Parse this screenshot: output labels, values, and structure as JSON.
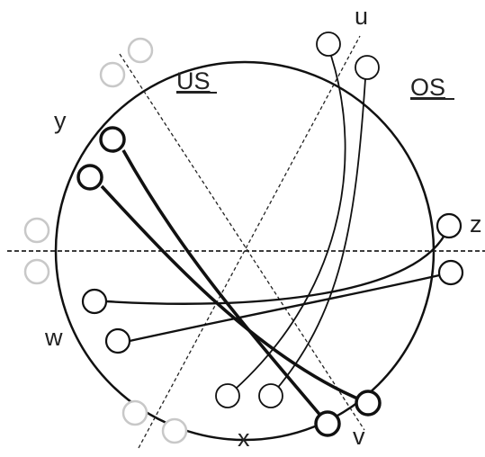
{
  "labels": {
    "us": "US",
    "os": "OS",
    "u": "u",
    "y": "y",
    "z": "z",
    "w": "w",
    "x": "x",
    "v": "v"
  },
  "colors": {
    "stroke": "#111111",
    "faded": "#c8c8c8",
    "background": "#ffffff"
  }
}
